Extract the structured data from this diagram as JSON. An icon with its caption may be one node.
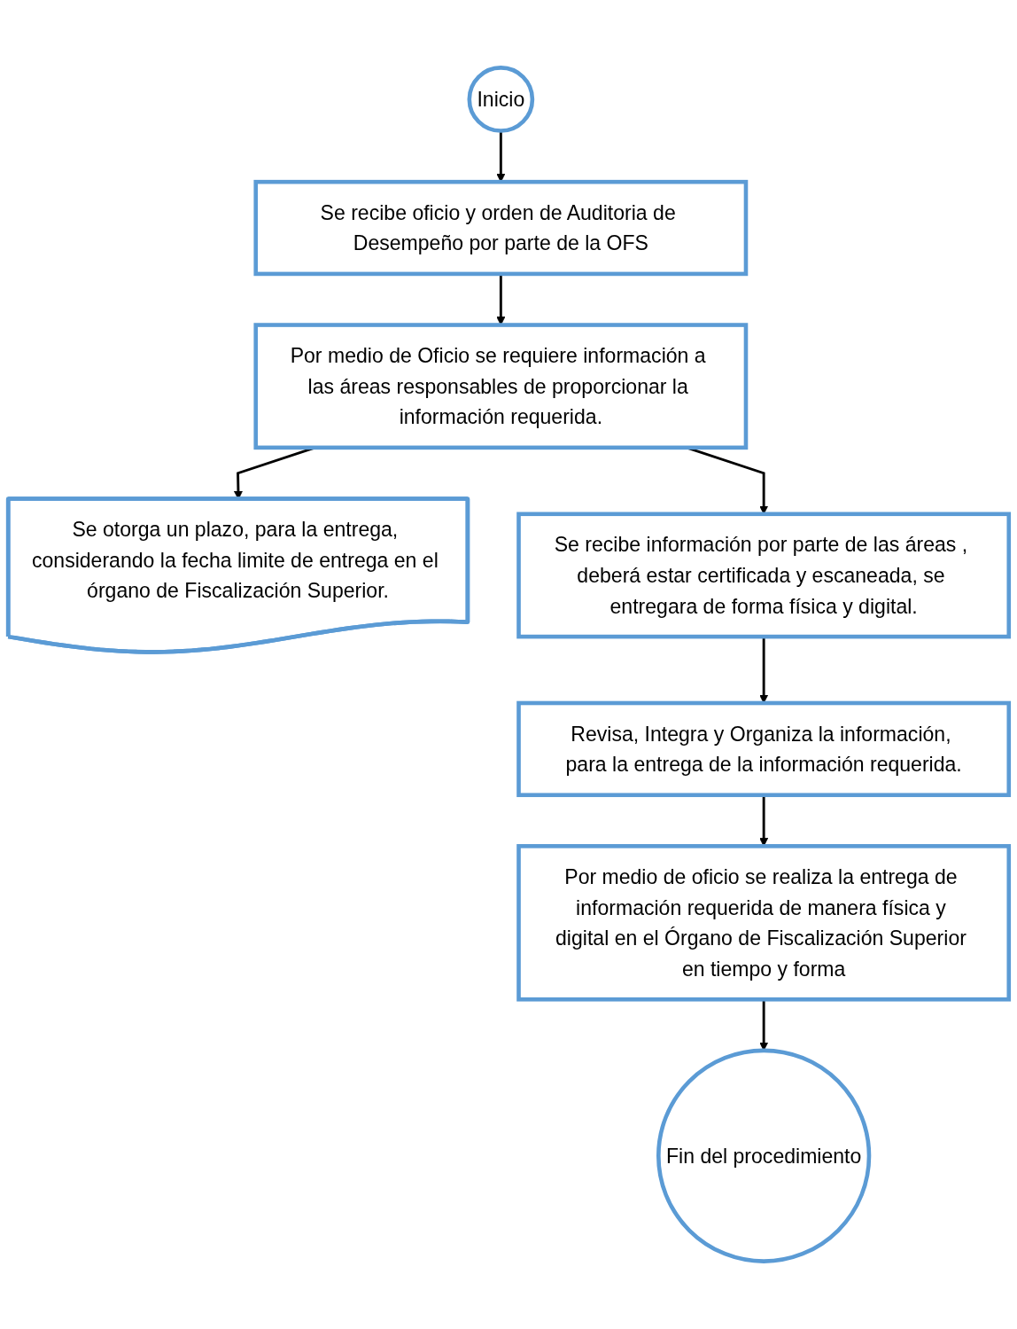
{
  "diagram": {
    "nodes": [
      {
        "text": [
          "Inicio"
        ]
      },
      {
        "text": [
          "Se recibe oficio y orden de Auditoria de Desempeño por parte de la OFS"
        ]
      },
      {
        "text": [
          "Por medio de Oficio se requiere información a las áreas responsables de proporcionar la información requerida."
        ]
      },
      {
        "text": [
          "Se otorga un plazo, para la entrega, considerando la fecha limite de entrega en el órgano de Fiscalización Superior."
        ]
      },
      {
        "text": [
          "Se recibe información por parte de las áreas , deberá estar certificada y escaneada, se entregara de forma física y digital."
        ]
      },
      {
        "text": [
          "Revisa, Integra y Organiza la información, para la entrega de la información requerida."
        ]
      },
      {
        "text": [
          "Por medio de oficio se realiza la entrega de información requerida de manera física y digital en el Órgano de Fiscalización Superior en tiempo y forma"
        ]
      },
      {
        "text": [
          "Fin del procedimiento"
        ]
      }
    ],
    "edges": [
      {
        "from": 0,
        "to": 1,
        "arrow": "to"
      },
      {
        "from": 1,
        "to": 2,
        "arrow": "to"
      },
      {
        "from": 2,
        "to": 3,
        "arrow": "to"
      },
      {
        "from": 2,
        "to": 4,
        "arrow": "to"
      },
      {
        "from": 4,
        "to": 5,
        "arrow": "to"
      },
      {
        "from": 5,
        "to": 6,
        "arrow": "to"
      },
      {
        "from": 6,
        "to": 7,
        "arrow": "to"
      }
    ]
  }
}
